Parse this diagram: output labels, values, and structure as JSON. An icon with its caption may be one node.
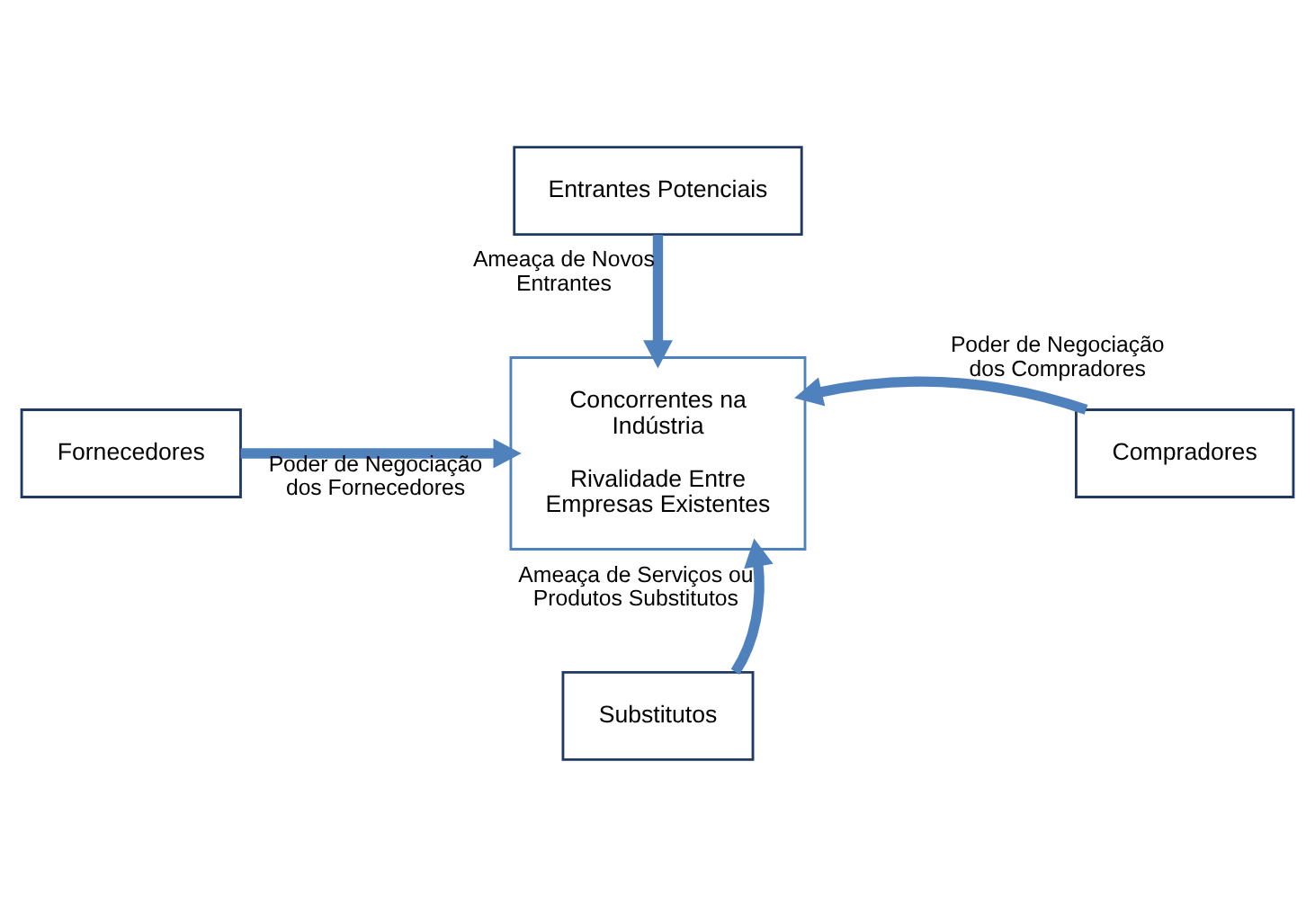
{
  "diagram": {
    "nodes": [
      {
        "text": [
          "Entrantes Potenciais"
        ]
      },
      {
        "text": [
          "Fornecedores"
        ]
      },
      {
        "text": [
          "Concorrentes na Indústria",
          "Rivalidade Entre Empresas Existentes"
        ]
      },
      {
        "text": [
          "Compradores"
        ]
      },
      {
        "text": [
          "Substitutos"
        ]
      }
    ],
    "edges": [
      {
        "from": 0,
        "to": 2,
        "arrow": "to",
        "label": "Ameaça de Novos Entrantes"
      },
      {
        "from": 1,
        "to": 2,
        "arrow": "to",
        "label": "Poder de Negociação dos Fornecedores"
      },
      {
        "from": 3,
        "to": 2,
        "arrow": "to",
        "label": "Poder de Negociação dos Compradores"
      },
      {
        "from": 4,
        "to": 2,
        "arrow": "to",
        "label": "Ameaça de Serviços ou Produtos Substitutos"
      }
    ]
  }
}
